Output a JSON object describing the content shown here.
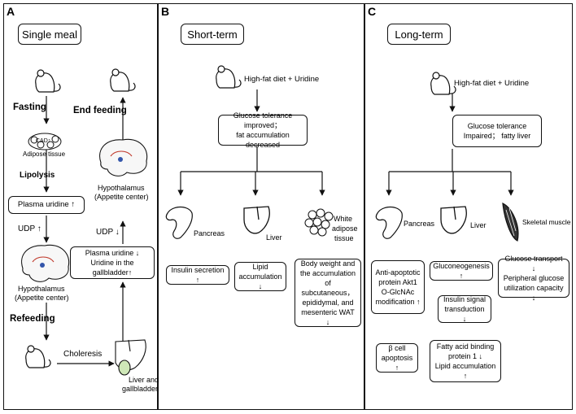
{
  "panels": [
    {
      "letter": "A",
      "title": "Single meal"
    },
    {
      "letter": "B",
      "title": "Short-term"
    },
    {
      "letter": "C",
      "title": "Long-term"
    }
  ],
  "a": {
    "fasting": "Fasting",
    "cad": "CAD↑",
    "adipose": "Adipose tissue",
    "lipolysis": "Lipolysis",
    "plasma_uridine_up": "Plasma uridine ↑",
    "udp_up": "UDP ↑",
    "hypothalamus_left": [
      "Hypothalamus",
      "(Appetite center)"
    ],
    "refeeding": "Refeeding",
    "choleresis": "Choleresis",
    "liver_gb": [
      "Liver and",
      "gallbladder"
    ],
    "end_feeding": "End feeding",
    "hypothalamus_right": [
      "Hypothalamus",
      "(Appetite center)"
    ],
    "udp_down": "UDP ↓",
    "gall_box": [
      "Plasma uridine ↓",
      "Uridine in the gallbladder↑"
    ]
  },
  "b": {
    "diet": "High-fat diet + Uridine",
    "effect": [
      "Glucose tolerance improved；",
      "fat accumulation decreased"
    ],
    "pancreas": "Pancreas",
    "liver": "Liver",
    "wat": [
      "White",
      "adipose",
      "tissue"
    ],
    "insulin": "Insulin secretion ↑",
    "lipid": [
      "Lipid",
      "accumulation ↓"
    ],
    "body": [
      "Body weight and",
      "the accumulation",
      "of subcutaneous，",
      "epididymal, and",
      "mesenteric WAT ↓"
    ]
  },
  "c": {
    "diet": "High-fat diet + Uridine",
    "effect": [
      "Glucose tolerance",
      "Impaired；  fatty liver"
    ],
    "pancreas": "Pancreas",
    "liver": "Liver",
    "muscle": "Skeletal muscle",
    "akt": [
      "Anti-apoptotic",
      "protein Akt1",
      "O-GlcNAc",
      "modification ↑"
    ],
    "gluco": "Gluconeogenesis ↑",
    "insulin_signal": [
      "Insulin signal",
      "transduction ↓"
    ],
    "glucose_transport": [
      "Glucose transport ↓",
      "Peripheral glucose",
      "utilization capacity ↓"
    ],
    "beta": [
      "β cell",
      "apoptosis ↑"
    ],
    "fabp": [
      "Fatty acid binding",
      "protein 1 ↓",
      "Lipid accumulation ↑"
    ]
  }
}
